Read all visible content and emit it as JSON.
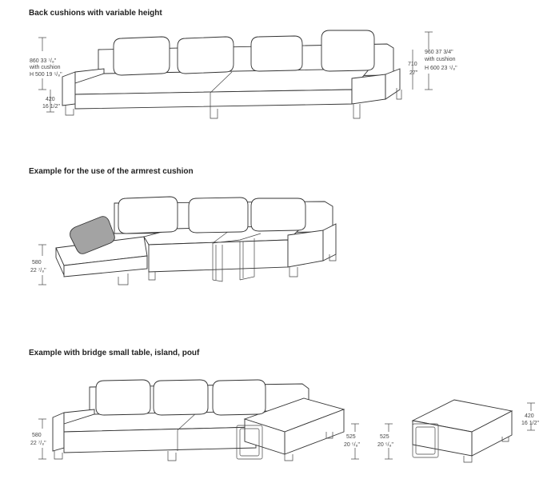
{
  "sections": [
    {
      "heading": "Back cushions with variable height"
    },
    {
      "heading": "Example for the use of the armrest cushion"
    },
    {
      "heading": "Example with bridge small table, island, pouf"
    }
  ],
  "dims": {
    "d1_l1": "860 33 ⁷/₈\"",
    "d1_l2": "with cushion",
    "d1_l3": "H 500 19 ⁵/₈\"",
    "d1_low1": "420",
    "d1_low2": "16 1/2\"",
    "d1_r1": "710",
    "d1_r2": "27\"",
    "d1_r3": "960 37 3/4\"",
    "d1_r4": "with cushion",
    "d1_r5": "H 600 23 ⁵/₈\"",
    "d2_l1": "580",
    "d2_l2": "22 ⁷/₈\"",
    "d3_l1": "580",
    "d3_l2": "22 ⁷/₈\"",
    "d3_m1": "525",
    "d3_m2": "20 ⁵/₈\"",
    "d3_n1": "525",
    "d3_n2": "20 ⁵/₈\"",
    "d3_r1": "420",
    "d3_r2": "16 1/2\""
  }
}
